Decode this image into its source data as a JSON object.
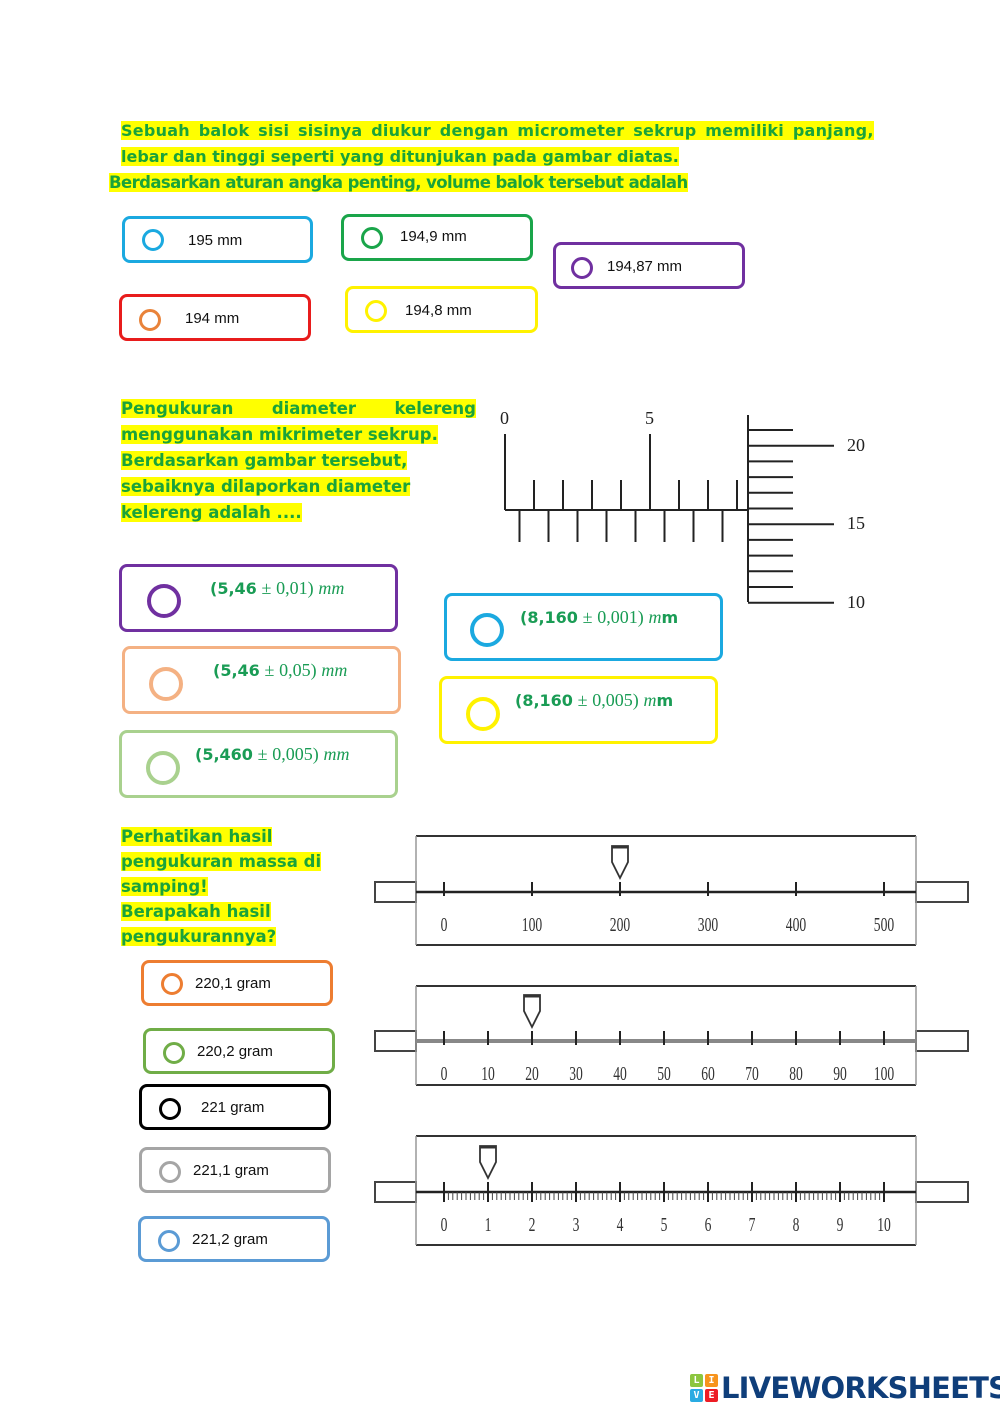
{
  "question1": {
    "lines": [
      "Sebuah balok sisi sisinya diukur dengan micrometer sekrup memiliki panjang,",
      "lebar  dan tinggi seperti yang ditunjukan pada gambar diatas.",
      "Berdasarkan aturan angka penting, volume balok tersebut adalah"
    ],
    "options": [
      {
        "label": "195 mm",
        "color": "#1ba9e0"
      },
      {
        "label": "194,9 mm",
        "color": "#1aa54a"
      },
      {
        "label": "194,87 mm",
        "color": "#7030a0"
      },
      {
        "label": "194 mm",
        "color": "#e81c1c",
        "radio_color": "#e9833a"
      },
      {
        "label": "194,8 mm",
        "color": "#fff200"
      }
    ]
  },
  "question2": {
    "lines": [
      "Pengukuran diameter kelereng",
      "menggunakan mikrimeter sekrup.",
      "Berdasarkan gambar tersebut,",
      "sebaiknya dilaporkan diameter",
      "kelereng adalah ...."
    ],
    "micrometer": {
      "main_scale_labels": [
        "0",
        "5"
      ],
      "thimble_labels": [
        "20",
        "15",
        "10"
      ]
    },
    "options": [
      {
        "value": "5,46",
        "plusminus": "±",
        "uncertainty": "0,01)",
        "unit": "mm",
        "open": "(",
        "color": "#7030a0"
      },
      {
        "value": "5,46",
        "plusminus": "±",
        "uncertainty": "0,05)",
        "unit": "mm",
        "open": "(",
        "color": "#f4b183"
      },
      {
        "value": "5,460",
        "plusminus": "±",
        "uncertainty": "0,005)",
        "unit": "mm",
        "open": "(",
        "color": "#a9d18e"
      },
      {
        "value": "8,160",
        "plusminus": "±",
        "uncertainty": "0,001)",
        "unit": "m",
        "unit_bold": "m",
        "open": "(",
        "color": "#1ba9e0"
      },
      {
        "value": "8,160",
        "plusminus": "±",
        "uncertainty": "0,005)",
        "unit": "m",
        "unit_bold": "m",
        "open": "(",
        "color": "#fff200"
      }
    ]
  },
  "question3": {
    "lines": [
      "Perhatikan hasil",
      "pengukuran massa di",
      "samping!",
      "Berapakah hasil",
      "pengukurannya?"
    ],
    "balance_beams": [
      {
        "labels": [
          "0",
          "100",
          "200",
          "300",
          "400",
          "500"
        ],
        "rider_value": 200,
        "max": 500
      },
      {
        "labels": [
          "0",
          "10",
          "20",
          "30",
          "40",
          "50",
          "60",
          "70",
          "80",
          "90",
          "100"
        ],
        "rider_value": 20,
        "max": 100
      },
      {
        "labels": [
          "0",
          "1",
          "2",
          "3",
          "4",
          "5",
          "6",
          "7",
          "8",
          "9",
          "10"
        ],
        "rider_value": 1,
        "max": 10
      }
    ],
    "options": [
      {
        "label": "220,1 gram",
        "color": "#ed7d31"
      },
      {
        "label": "220,2 gram",
        "color": "#70ad47"
      },
      {
        "label": "221 gram",
        "color": "#000000"
      },
      {
        "label": "221,1 gram",
        "color": "#a5a5a5"
      },
      {
        "label": "221,2 gram",
        "color": "#5b9bd5"
      }
    ]
  },
  "brand": {
    "logo_letters": [
      "L",
      "I",
      "V",
      "E"
    ],
    "logo_colors": [
      "#8cc63f",
      "#f7941d",
      "#29abe2",
      "#ed1c24"
    ],
    "name": "LIVEWORKSHEETS"
  }
}
